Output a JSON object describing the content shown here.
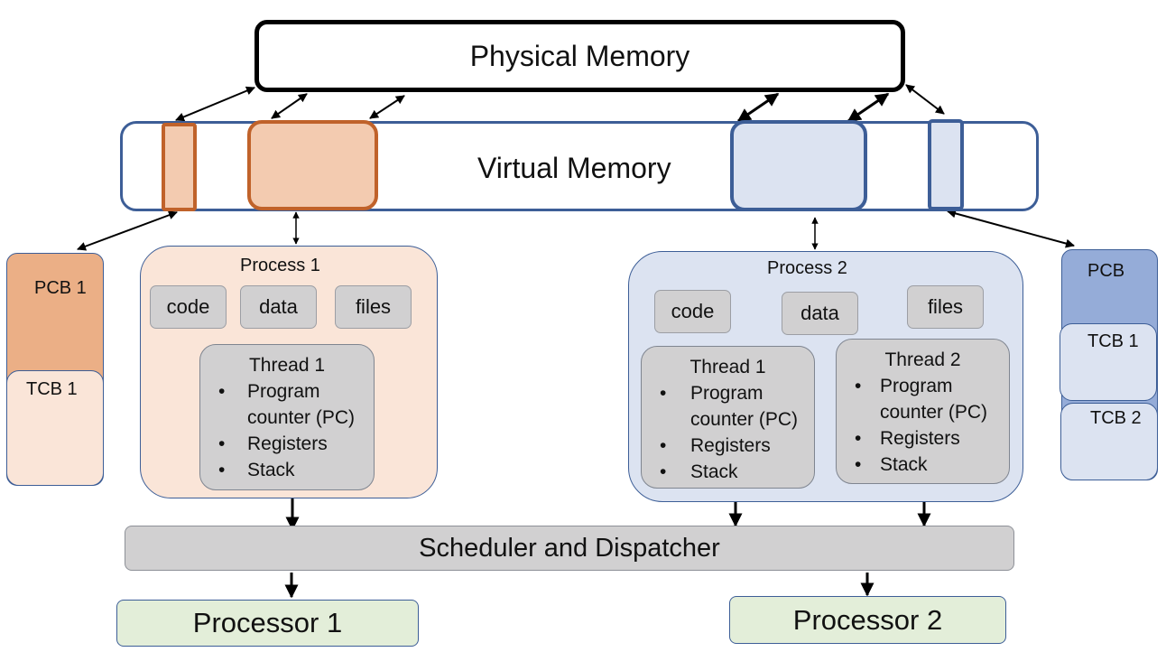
{
  "physical_memory": {
    "label": "Physical Memory"
  },
  "virtual_memory": {
    "label": "Virtual Memory"
  },
  "process1": {
    "title": "Process 1",
    "segments": [
      "code",
      "data",
      "files"
    ],
    "thread": {
      "title": "Thread 1",
      "items": [
        {
          "bullet": "•",
          "line1": "Program",
          "line2": "counter (PC)"
        },
        {
          "bullet": "•",
          "line1": "Registers"
        },
        {
          "bullet": "•",
          "line1": "Stack"
        }
      ]
    }
  },
  "process2": {
    "title": "Process 2",
    "segments": [
      "code",
      "data",
      "files"
    ],
    "threads": [
      {
        "title": "Thread 1",
        "items": [
          {
            "bullet": "•",
            "line1": "Program",
            "line2": "counter (PC)"
          },
          {
            "bullet": "•",
            "line1": "Registers"
          },
          {
            "bullet": "•",
            "line1": "Stack"
          }
        ]
      },
      {
        "title": "Thread 2",
        "items": [
          {
            "bullet": "•",
            "line1": "Program",
            "line2": "counter (PC)"
          },
          {
            "bullet": "•",
            "line1": "Registers"
          },
          {
            "bullet": "•",
            "line1": "Stack"
          }
        ]
      }
    ]
  },
  "pcb1": {
    "pcb_label": "PCB 1",
    "tcb_label": "TCB 1"
  },
  "pcb2": {
    "pcb_label": "PCB",
    "tcb1_label": "TCB 1",
    "tcb2_label": "TCB 2"
  },
  "scheduler": {
    "label": "Scheduler and Dispatcher"
  },
  "processors": [
    "Processor 1",
    "Processor 2"
  ],
  "colors": {
    "orange_fill": "#f3cbb0",
    "orange_border": "#c0622a",
    "orange_light": "#fae5d8",
    "orange_pcb": "#ebaf86",
    "blue_fill": "#dce3f1",
    "blue_border": "#3d5e97",
    "blue_pcb": "#95acd8",
    "gray_chip": "#d1d0d1",
    "green_fill": "#e3eed9"
  }
}
